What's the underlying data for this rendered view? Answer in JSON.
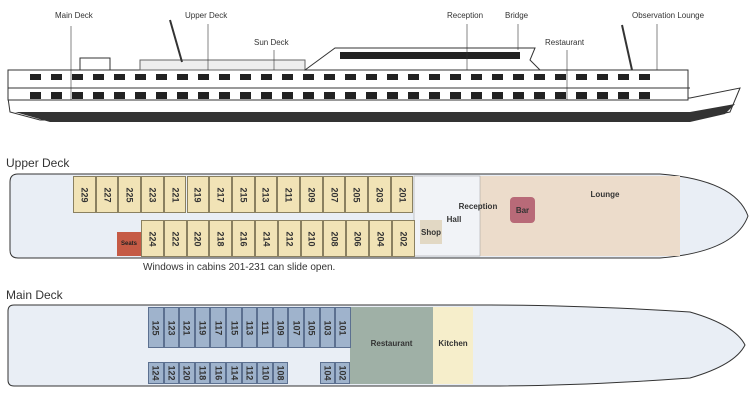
{
  "profile": {
    "labels": {
      "main_deck": "Main Deck",
      "upper_deck": "Upper Deck",
      "sun_deck": "Sun Deck",
      "reception": "Reception",
      "bridge": "Bridge",
      "restaurant": "Restaurant",
      "observation_lounge": "Observation Lounge"
    }
  },
  "upper_deck": {
    "title": "Upper Deck",
    "top_cabins": [
      "229",
      "227",
      "225",
      "223",
      "221",
      "219",
      "217",
      "215",
      "213",
      "211",
      "209",
      "207",
      "205",
      "203",
      "201"
    ],
    "bottom_cabins": [
      "224",
      "222",
      "220",
      "218",
      "216",
      "214",
      "212",
      "210",
      "208",
      "206",
      "204",
      "202"
    ],
    "rooms": {
      "seats": "Seats",
      "shop": "Shop",
      "hall": "Hall",
      "reception": "Reception",
      "bar": "Bar",
      "lounge": "Lounge"
    },
    "note": "Windows in cabins 201-231 can slide open."
  },
  "main_deck": {
    "title": "Main Deck",
    "top_cabins": [
      "125",
      "123",
      "121",
      "119",
      "117",
      "115",
      "113",
      "111",
      "109",
      "107",
      "105",
      "103",
      "101"
    ],
    "bottom_cabins": [
      "124",
      "122",
      "120",
      "118",
      "116",
      "114",
      "112",
      "110",
      "108"
    ],
    "bottom_fore_cabins": [
      "104",
      "102"
    ],
    "rooms": {
      "restaurant": "Restaurant",
      "kitchen": "Kitchen"
    }
  },
  "colors": {
    "upper_cabin": "#f1e3b6",
    "main_cabin": "#9fb3cc",
    "lounge": "#ecdccb",
    "restaurant": "#9fb0a6",
    "kitchen": "#f6eecb",
    "seats": "#c55a45",
    "bar": "#b86a78"
  }
}
